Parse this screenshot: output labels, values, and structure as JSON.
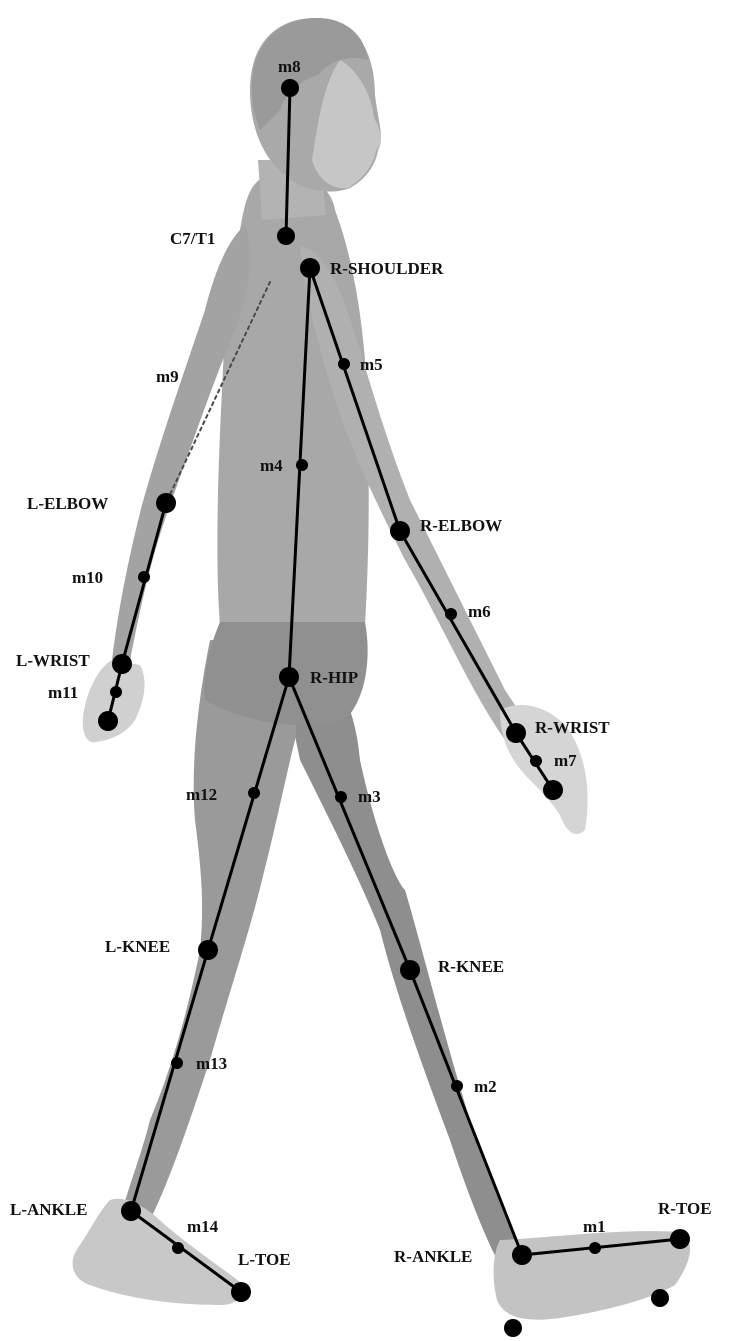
{
  "figure": {
    "colors": {
      "skin": "#a6a6a6",
      "skin_dark": "#8c8c8c",
      "skin_light": "#bdbdbd",
      "face": "#c4c4c4",
      "hand": "#d2d2d2",
      "shoe": "#c9c9c9",
      "line": "#000000",
      "text": "#111111"
    }
  },
  "joints": {
    "m8": "m8",
    "c7t1": "C7/T1",
    "r_shoulder": "R-SHOULDER",
    "m5": "m5",
    "m9": "m9",
    "m4": "m4",
    "l_elbow": "L-ELBOW",
    "r_elbow": "R-ELBOW",
    "m10": "m10",
    "m6": "m6",
    "l_wrist": "L-WRIST",
    "r_hip": "R-HIP",
    "m11": "m11",
    "r_wrist": "R-WRIST",
    "m7": "m7",
    "m12": "m12",
    "m3": "m3",
    "l_knee": "L-KNEE",
    "r_knee": "R-KNEE",
    "m13": "m13",
    "m2": "m2",
    "l_ankle": "L-ANKLE",
    "r_toe": "R-TOE",
    "m14": "m14",
    "m1": "m1",
    "l_toe": "L-TOE",
    "r_ankle": "R-ANKLE"
  }
}
